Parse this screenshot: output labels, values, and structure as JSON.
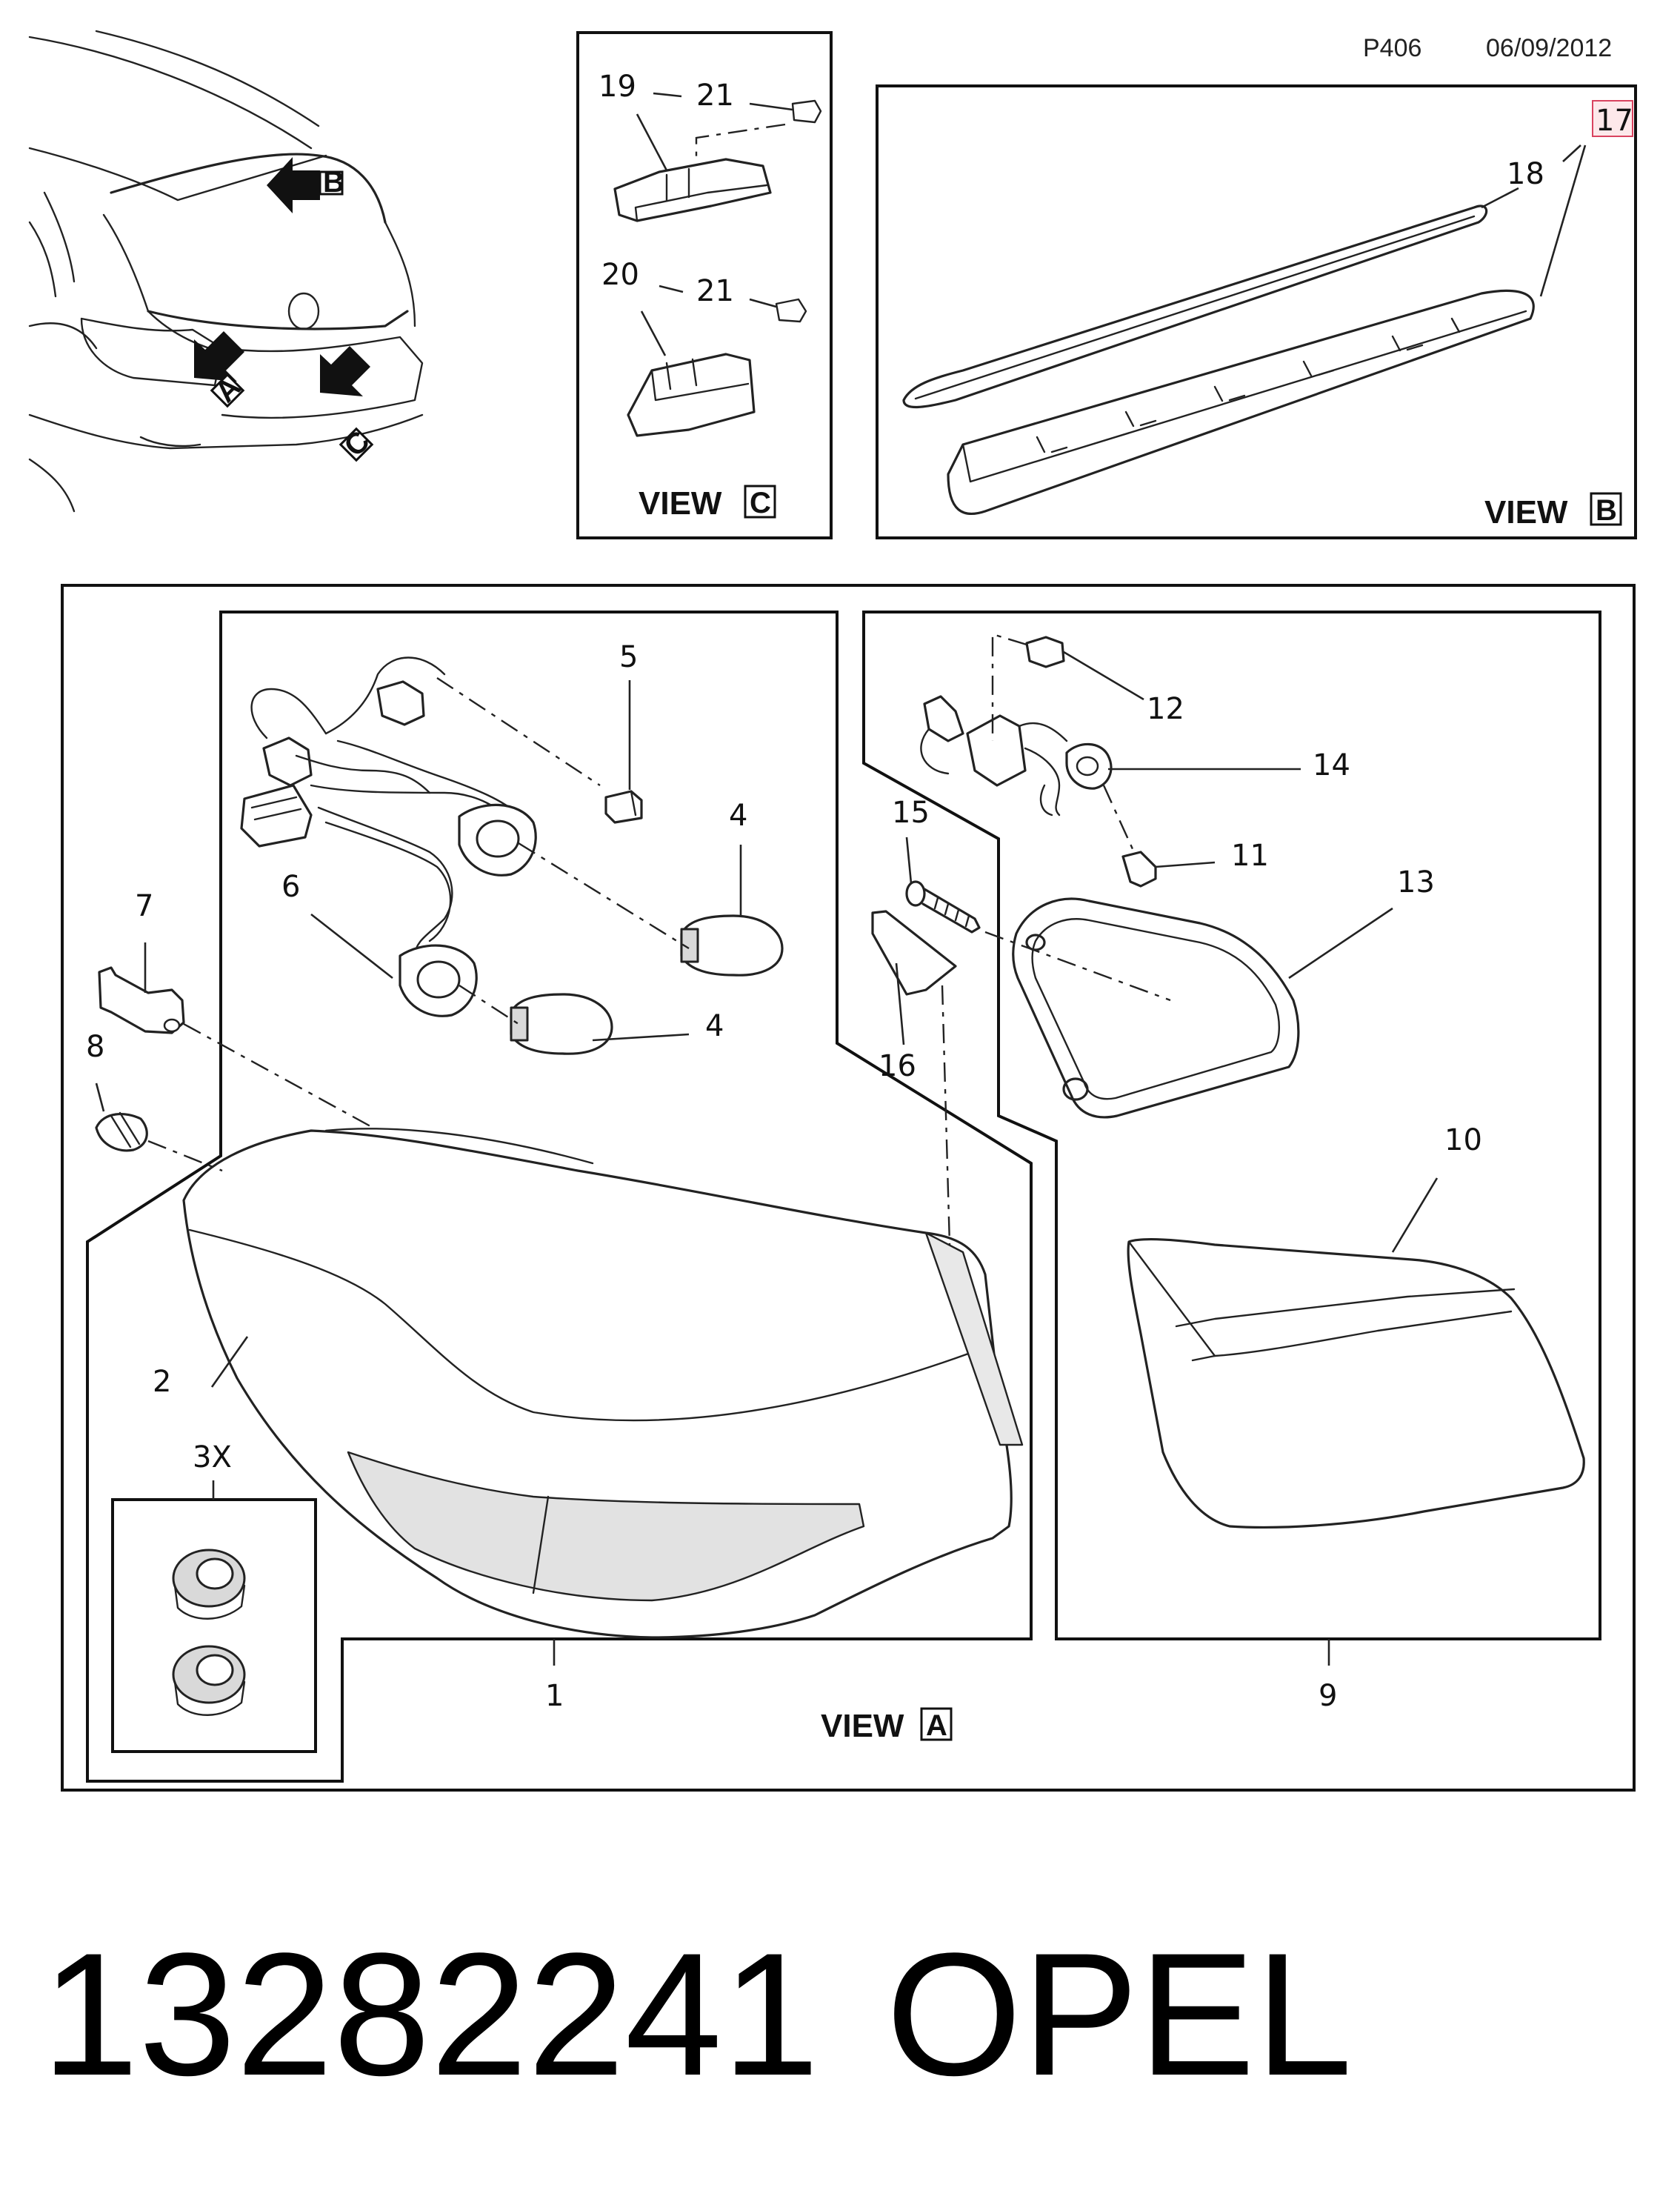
{
  "header": {
    "page_code": "P406",
    "date": "06/09/2012"
  },
  "views": {
    "a_label": "VIEW",
    "a_letter": "A",
    "b_label": "VIEW",
    "b_letter": "B",
    "c_label": "VIEW",
    "c_letter": "C"
  },
  "arrows": {
    "a": "A",
    "b": "B",
    "c": "C"
  },
  "callouts": {
    "c1": "1",
    "c2": "2",
    "c3x": "3X",
    "c4a": "4",
    "c4b": "4",
    "c5": "5",
    "c6": "6",
    "c7": "7",
    "c8": "8",
    "c9": "9",
    "c10": "10",
    "c11": "11",
    "c12": "12",
    "c13": "13",
    "c14": "14",
    "c15": "15",
    "c16": "16",
    "c17": "17",
    "c18": "18",
    "c19": "19",
    "c20": "20",
    "c21a": "21",
    "c21b": "21"
  },
  "footer": {
    "part_number": "13282241",
    "brand": "OPEL"
  },
  "colors": {
    "line": "#222222",
    "highlight_fill": "#fde8ea",
    "highlight_stroke": "#d9435f"
  }
}
